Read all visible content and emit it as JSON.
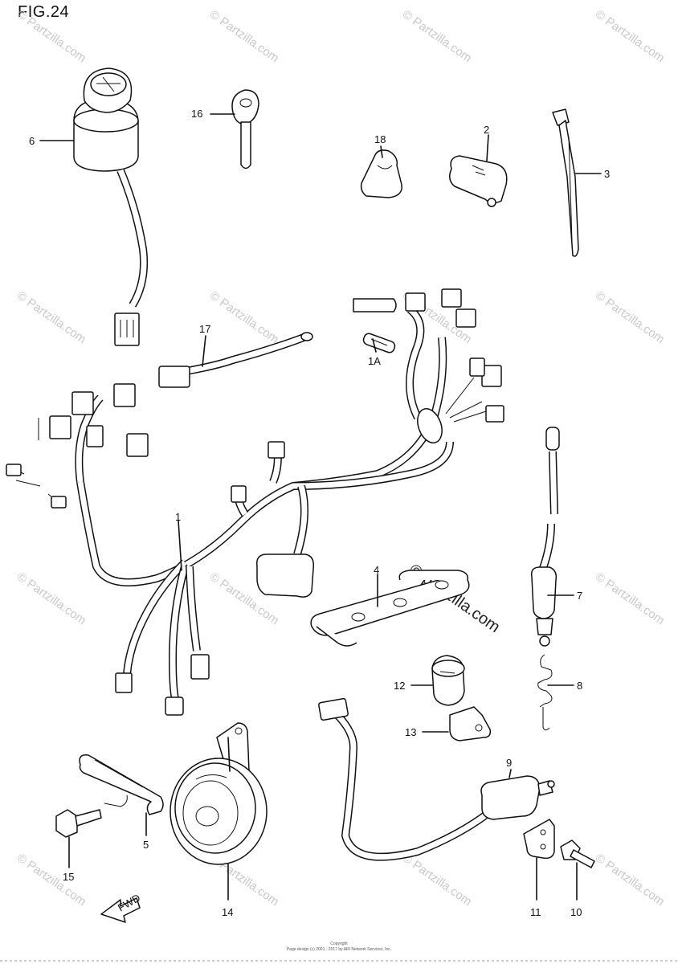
{
  "figure_title": "FIG.24",
  "callouts": {
    "p1": "1",
    "p1a": "1A",
    "p2": "2",
    "p3": "3",
    "p4": "4",
    "p5": "5",
    "p6": "6",
    "p7": "7",
    "p8": "8",
    "p9": "9",
    "p10": "10",
    "p11": "11",
    "p12": "12",
    "p13": "13",
    "p14": "14",
    "p15": "15",
    "p16": "16",
    "p17": "17",
    "p18": "18"
  },
  "watermark": {
    "text": "© Partzilla.com",
    "center_text": "© partzilla.com"
  },
  "front_arrow_label": "FWD",
  "copyright": {
    "line1": "Copyright",
    "line2": "Page design (c) 2001 - 2017 by ARI Network Services, Inc."
  }
}
